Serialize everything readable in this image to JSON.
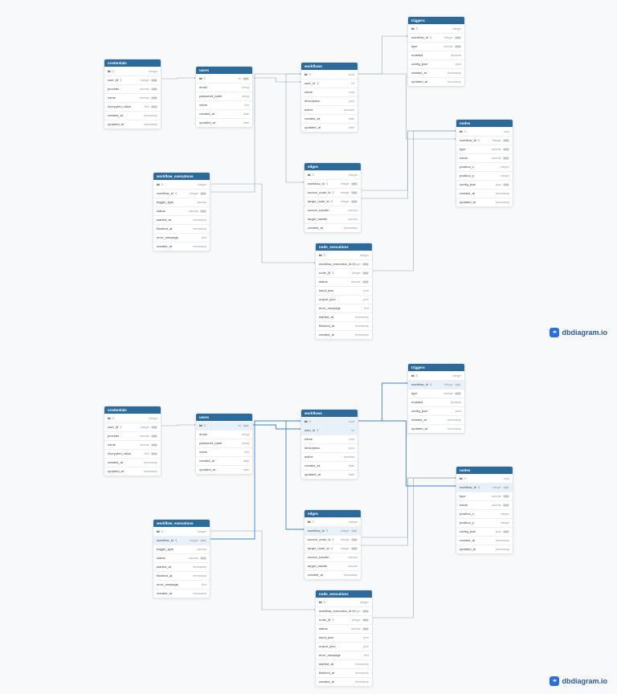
{
  "brand": {
    "name": "dbdiagram.io"
  },
  "colors": {
    "header": "#2c6a9a",
    "line": "#9aa6b2",
    "line_active": "#3d86c6"
  },
  "panels": [
    {
      "id": "top",
      "highlight_table": null
    },
    {
      "id": "bottom",
      "highlight_table": "workflows"
    }
  ],
  "tables": [
    {
      "id": "credentials",
      "name": "credentials",
      "fields": [
        {
          "name": "id",
          "type": "integer",
          "pk": true
        },
        {
          "name": "user_id",
          "type": "integer",
          "fk": true,
          "badge": "N N"
        },
        {
          "name": "provider",
          "type": "varchar",
          "badge": "N N"
        },
        {
          "name": "name",
          "type": "varchar",
          "badge": "N N"
        },
        {
          "name": "encrypted_value",
          "type": "text",
          "badge": "N N"
        },
        {
          "name": "created_at",
          "type": "timestamp"
        },
        {
          "name": "updated_at",
          "type": "timestamp"
        }
      ]
    },
    {
      "id": "users",
      "name": "users",
      "fields": [
        {
          "name": "id",
          "type": "int",
          "pk": true,
          "badge": "N N"
        },
        {
          "name": "email",
          "type": "string"
        },
        {
          "name": "password_hash",
          "type": "string"
        },
        {
          "name": "name",
          "type": "text"
        },
        {
          "name": "created_at",
          "type": "date"
        },
        {
          "name": "updated_at",
          "type": "date"
        }
      ]
    },
    {
      "id": "workflows",
      "name": "workflows",
      "fields": [
        {
          "name": "id",
          "type": "uuid",
          "pk": true
        },
        {
          "name": "user_id",
          "type": "int",
          "fk": true
        },
        {
          "name": "name",
          "type": "char"
        },
        {
          "name": "description",
          "type": "json"
        },
        {
          "name": "active",
          "type": "boolean"
        },
        {
          "name": "created_at",
          "type": "date"
        },
        {
          "name": "updated_at",
          "type": "date"
        }
      ]
    },
    {
      "id": "triggers",
      "name": "triggers",
      "fields": [
        {
          "name": "id",
          "type": "integer",
          "pk": true
        },
        {
          "name": "workflow_id",
          "type": "integer",
          "fk": true,
          "badge": "N N"
        },
        {
          "name": "type",
          "type": "varchar",
          "badge": "N N"
        },
        {
          "name": "enabled",
          "type": "boolean"
        },
        {
          "name": "config_json",
          "type": "json"
        },
        {
          "name": "created_at",
          "type": "timestamp"
        },
        {
          "name": "updated_at",
          "type": "timestamp"
        }
      ]
    },
    {
      "id": "nodes",
      "name": "nodes",
      "fields": [
        {
          "name": "id",
          "type": "uuid",
          "pk": true
        },
        {
          "name": "workflow_id",
          "type": "integer",
          "fk": true,
          "badge": "N N"
        },
        {
          "name": "type",
          "type": "varchar",
          "badge": "N N"
        },
        {
          "name": "name",
          "type": "varchar",
          "badge": "N N"
        },
        {
          "name": "position_x",
          "type": "integer"
        },
        {
          "name": "position_y",
          "type": "integer"
        },
        {
          "name": "config_json",
          "type": "json",
          "badge": "N N"
        },
        {
          "name": "created_at",
          "type": "timestamp"
        },
        {
          "name": "updated_at",
          "type": "timestamp"
        }
      ]
    },
    {
      "id": "workflow_executions",
      "name": "workflow_executions",
      "fields": [
        {
          "name": "id",
          "type": "integer",
          "pk": true
        },
        {
          "name": "workflow_id",
          "type": "integer",
          "fk": true,
          "badge": "N N"
        },
        {
          "name": "trigger_type",
          "type": "varchar"
        },
        {
          "name": "status",
          "type": "varchar",
          "badge": "N N"
        },
        {
          "name": "started_at",
          "type": "timestamp"
        },
        {
          "name": "finished_at",
          "type": "timestamp"
        },
        {
          "name": "error_message",
          "type": "text"
        },
        {
          "name": "created_at",
          "type": "timestamp"
        }
      ]
    },
    {
      "id": "edges",
      "name": "edges",
      "fields": [
        {
          "name": "id",
          "type": "integer",
          "pk": true
        },
        {
          "name": "workflow_id",
          "type": "integer",
          "fk": true,
          "badge": "N N"
        },
        {
          "name": "source_node_id",
          "type": "integer",
          "fk": true,
          "badge": "N N"
        },
        {
          "name": "target_node_id",
          "type": "integer",
          "fk": true,
          "badge": "N N"
        },
        {
          "name": "source_handle",
          "type": "varchar"
        },
        {
          "name": "target_handle",
          "type": "varchar"
        },
        {
          "name": "created_at",
          "type": "timestamp"
        }
      ]
    },
    {
      "id": "node_executions",
      "name": "node_executions",
      "fields": [
        {
          "name": "id",
          "type": "integer",
          "pk": true
        },
        {
          "name": "workflow_execution_id",
          "type": "integer",
          "fk": true,
          "badge": "N N"
        },
        {
          "name": "node_id",
          "type": "integer",
          "fk": true,
          "badge": "N N"
        },
        {
          "name": "status",
          "type": "varchar",
          "badge": "N N"
        },
        {
          "name": "input_json",
          "type": "json"
        },
        {
          "name": "output_json",
          "type": "json"
        },
        {
          "name": "error_message",
          "type": "text"
        },
        {
          "name": "started_at",
          "type": "timestamp"
        },
        {
          "name": "finished_at",
          "type": "timestamp"
        },
        {
          "name": "created_at",
          "type": "timestamp"
        }
      ]
    }
  ],
  "relations": [
    {
      "from": "credentials.user_id",
      "to": "users.id"
    },
    {
      "from": "workflows.user_id",
      "to": "users.id"
    },
    {
      "from": "triggers.workflow_id",
      "to": "workflows.id"
    },
    {
      "from": "nodes.workflow_id",
      "to": "workflows.id"
    },
    {
      "from": "workflow_executions.workflow_id",
      "to": "workflows.id"
    },
    {
      "from": "edges.workflow_id",
      "to": "workflows.id"
    },
    {
      "from": "edges.source_node_id",
      "to": "nodes.id"
    },
    {
      "from": "edges.target_node_id",
      "to": "nodes.id"
    },
    {
      "from": "node_executions.workflow_execution_id",
      "to": "workflow_executions.id"
    },
    {
      "from": "node_executions.node_id",
      "to": "nodes.id"
    }
  ]
}
